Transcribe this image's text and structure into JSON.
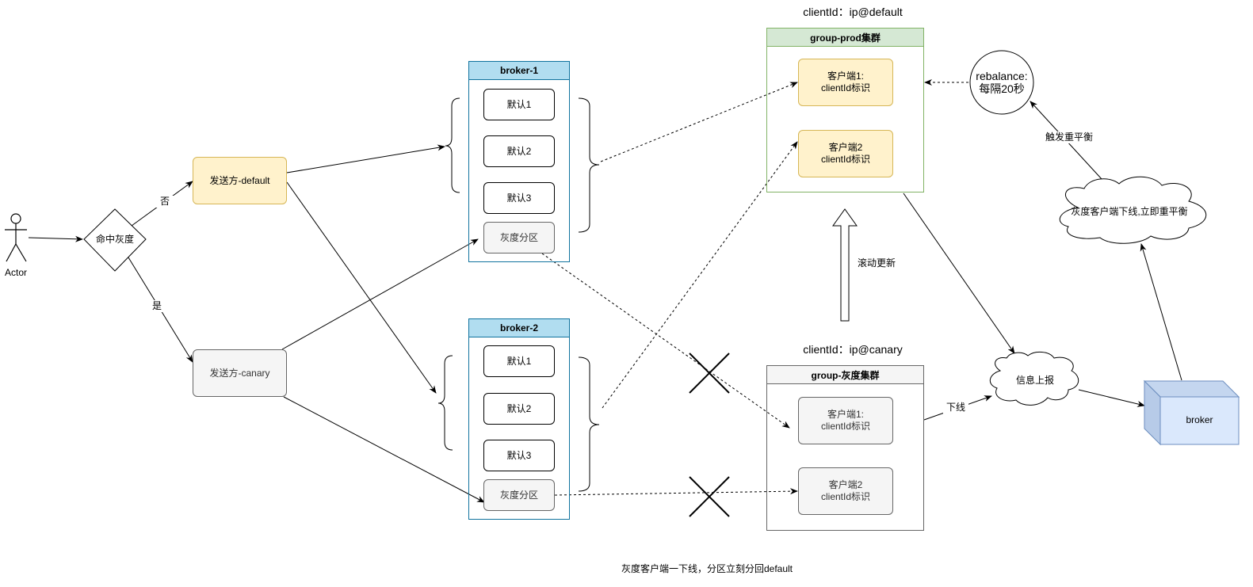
{
  "actor": {
    "label": "Actor"
  },
  "decision": {
    "label": "命中灰度",
    "no_label": "否",
    "yes_label": "是"
  },
  "senders": {
    "default": {
      "label": "发送方-default"
    },
    "canary": {
      "label": "发送方-canary"
    }
  },
  "brokers": [
    {
      "title": "broker-1",
      "partitions": [
        "默认1",
        "默认2",
        "默认3",
        "灰度分区"
      ]
    },
    {
      "title": "broker-2",
      "partitions": [
        "默认1",
        "默认2",
        "默认3",
        "灰度分区"
      ]
    }
  ],
  "prod_group": {
    "client_id_caption": "clientId：ip@default",
    "title": "group-prod集群",
    "clients": [
      "客户端1:\nclientId标识",
      "客户端2\nclientId标识"
    ]
  },
  "canary_group": {
    "client_id_caption": "clientId：ip@canary",
    "title": "group-灰度集群",
    "clients": [
      "客户端1:\nclientId标识",
      "客户端2\nclientId标识"
    ]
  },
  "rolling_update_label": "滚动更新",
  "rebalance": {
    "label": "rebalance:\n每隔20秒"
  },
  "trigger_label": "触发重平衡",
  "cloud_offline": {
    "label": "灰度客户端下线,立即重平衡"
  },
  "cloud_report": {
    "label": "信息上报"
  },
  "offline_label": "下线",
  "broker_cube": {
    "label": "broker"
  },
  "footer_note": "灰度客户端一下线，分区立刻分回default",
  "colors": {
    "broker_header": "#b1ddf0",
    "broker_border": "#10739e",
    "prod_header": "#d5e8d4",
    "prod_border": "#82b366",
    "canary_header": "#f5f5f5",
    "canary_border": "#666666",
    "yellow_fill": "#fff2cc",
    "yellow_border": "#d6b656",
    "cube_fill": "#dae8fc",
    "cube_border": "#6c8ebf"
  }
}
